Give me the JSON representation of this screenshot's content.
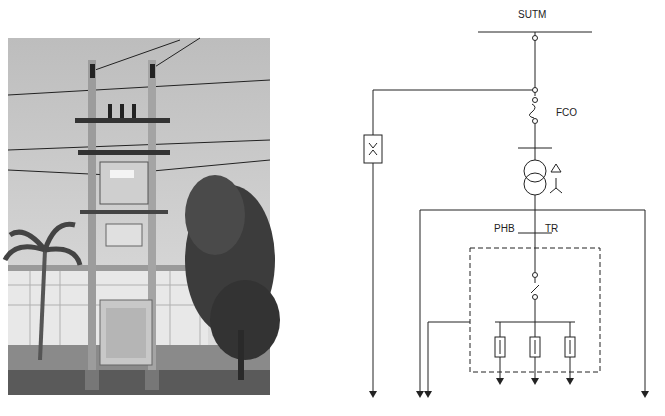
{
  "diagram": {
    "labels": [
      "SUTM",
      "FCO",
      "PHB",
      "TR"
    ]
  }
}
